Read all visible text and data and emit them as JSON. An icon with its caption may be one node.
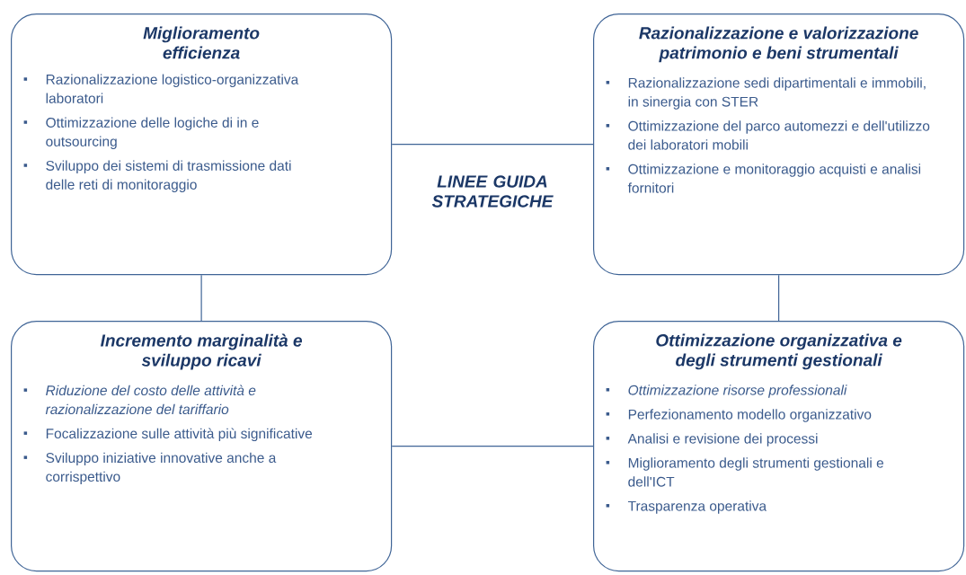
{
  "diagram": {
    "nodes": [
      {
        "text": [
          "Miglioramento efficienza",
          "Razionalizzazione logistico-organizzativa laboratori",
          "Ottimizzazione delle logiche di in e outsourcing",
          "Sviluppo dei sistemi di trasmissione dati delle reti di monitoraggio"
        ]
      },
      {
        "text": [
          "Razionalizzazione e valorizzazione patrimonio e beni strumentali",
          "Razionalizzazione sedi dipartimentali e immobili, in sinergia con STER",
          "Ottimizzazione del parco automezzi e dell'utilizzo dei laboratori mobili",
          "Ottimizzazione e monitoraggio acquisti e analisi fornitori"
        ]
      },
      {
        "text": [
          "Incremento marginalità e sviluppo ricavi",
          "Riduzione del costo delle attività e razionalizzazione del tariffario",
          "Focalizzazione sulle attività più significative",
          "Sviluppo iniziative innovative anche a corrispettivo"
        ]
      },
      {
        "text": [
          "Ottimizzazione organizzativa e degli strumenti gestionali",
          "Ottimizzazione risorse professionali",
          "Perfezionamento modello organizzativo",
          "Analisi e revisione dei processi",
          "Miglioramento degli strumenti gestionali e dell'ICT",
          "Trasparenza operativa"
        ]
      }
    ],
    "edges": [
      {
        "from": 0,
        "to": 1,
        "arrow": "none"
      },
      {
        "from": 0,
        "to": 2,
        "arrow": "none"
      },
      {
        "from": 1,
        "to": 3,
        "arrow": "none"
      },
      {
        "from": 2,
        "to": 3,
        "arrow": "none"
      }
    ],
    "labels": [
      "LINEE GUIDA STRATEGICHE"
    ]
  }
}
